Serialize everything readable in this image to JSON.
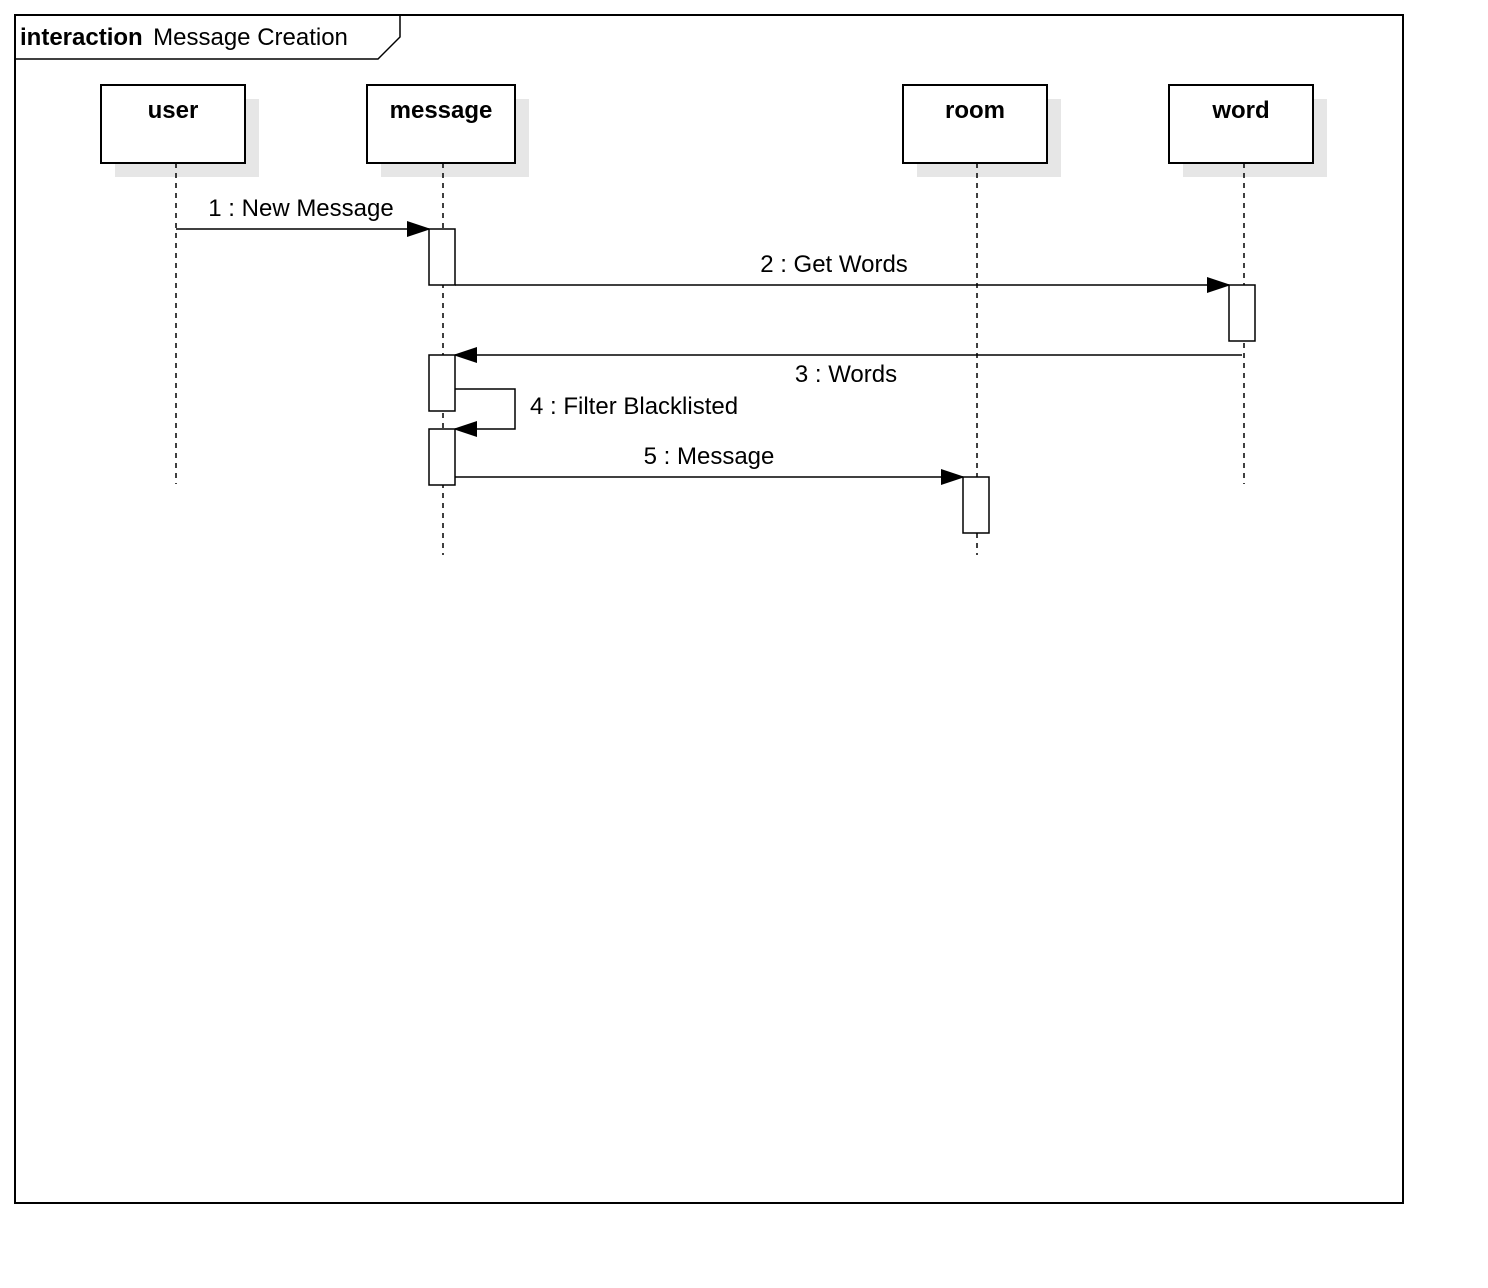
{
  "frame": {
    "keyword": "interaction",
    "name": "Message Creation"
  },
  "lifelines": {
    "user": "user",
    "message": "message",
    "room": "room",
    "word": "word"
  },
  "messages": {
    "m1": "1 : New Message",
    "m2": "2 : Get Words",
    "m3": "3 : Words",
    "m4": "4 : Filter Blacklisted",
    "m5": "5 : Message"
  },
  "colors": {
    "stroke": "#000000",
    "shadow": "#e6e6e6",
    "background": "#ffffff"
  }
}
